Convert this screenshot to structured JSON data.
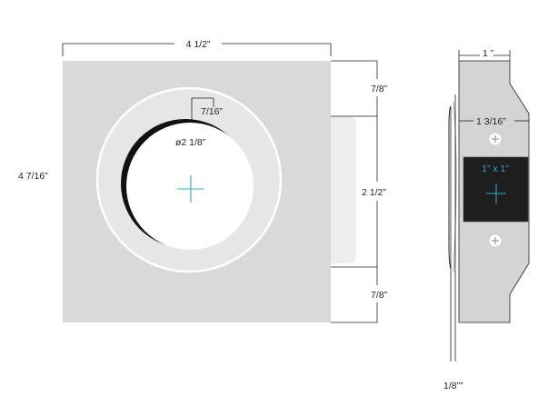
{
  "front_view": {
    "width_label": "4 1/2”",
    "height_label": "4 7/16”",
    "top_gap_label": "7/8”",
    "middle_label": "2 1/2”",
    "bottom_gap_label": "7/8”",
    "ring_label": "7/16”",
    "diameter_label": "ø2 1/8”"
  },
  "side_view": {
    "depth_label": "1 ”",
    "flange_label": "1 3/16”",
    "window_label": "1” x 1”",
    "plate_label": "1/8””"
  },
  "colors": {
    "plate": "#d9d9da",
    "plate_shadow": "#eeeeee",
    "ring": "#e6e6e7",
    "outline": "#231f20",
    "accent": "#2aa9c9",
    "window": "#1e1e1e",
    "housing": "#d4d4d5"
  }
}
